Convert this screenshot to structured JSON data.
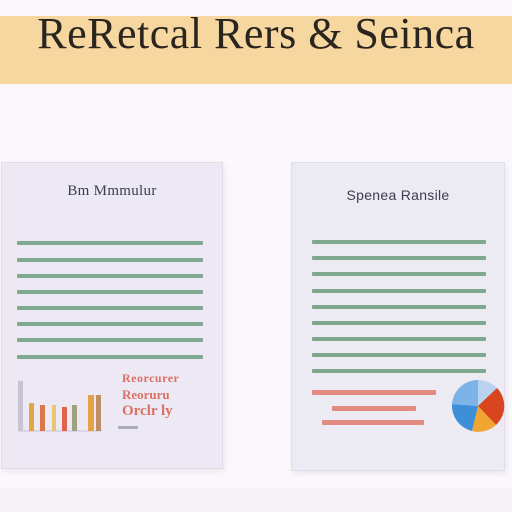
{
  "banner": {
    "title": "ReRetcal Rers & Seinca"
  },
  "left_doc": {
    "heading": "Bm Mmmulur",
    "side_text": [
      "Reoruru",
      "Orclr ly"
    ]
  },
  "right_doc": {
    "heading": "Spenea Ransile"
  },
  "colors": {
    "banner": "#f7d7a0",
    "lines": "#7fa88f",
    "accent_red": "#e27f74"
  },
  "icons": [
    "bar-chart-icon",
    "pie-chart-icon"
  ]
}
